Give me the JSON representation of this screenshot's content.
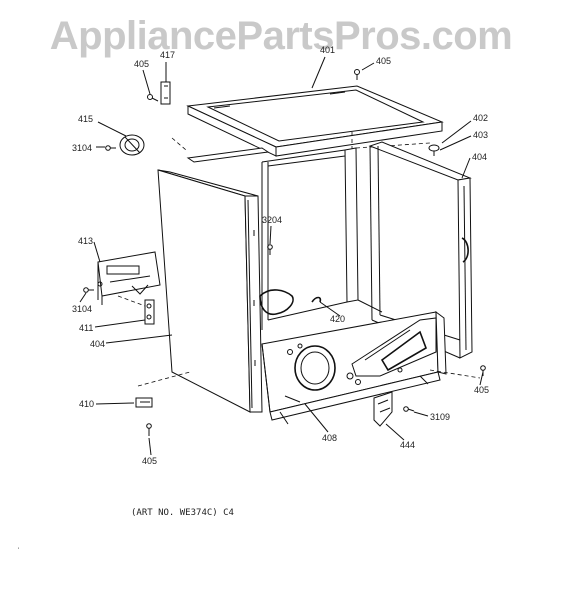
{
  "watermark": "AppliancePartsPros.com",
  "art_caption": "(ART NO. WE374C) C4",
  "labels": {
    "l405a": "405",
    "l417": "417",
    "l401": "401",
    "l405b": "405",
    "l415": "415",
    "l3104a": "3104",
    "l402": "402",
    "l403": "403",
    "l404a": "404",
    "l3204": "3204",
    "l413": "413",
    "l3104b": "3104",
    "l420": "420",
    "l411": "411",
    "l404b": "404",
    "l405c": "405",
    "l410": "410",
    "l3109": "3109",
    "l408": "408",
    "l444": "444",
    "l405d": "405"
  }
}
